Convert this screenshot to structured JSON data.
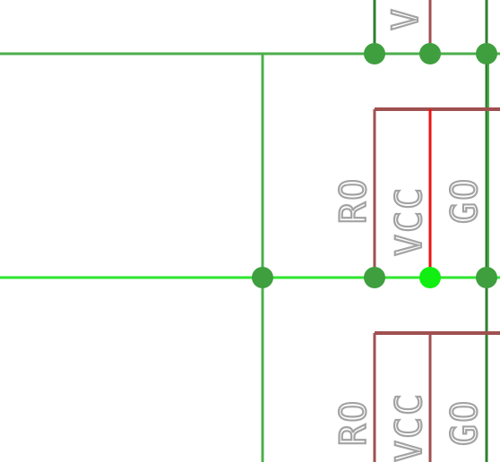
{
  "schematic": {
    "colors": {
      "net_green": "#4caf4c",
      "net_bright_green": "#2ee62e",
      "net_dark_green": "#2f7f2f",
      "body_outline": "#a05050",
      "highlight_red": "#ee1111",
      "junction_green": "#3f9f3f",
      "junction_bright": "#11ee11",
      "label_gray": "#a3a3a3"
    },
    "top_symbol": {
      "pin_label_partial": "V"
    },
    "middle_symbol": {
      "pin_labels": [
        "RO",
        "VCC",
        "GO"
      ]
    },
    "bottom_symbol": {
      "pin_labels": [
        "RO",
        "VCC",
        "GO"
      ]
    }
  }
}
